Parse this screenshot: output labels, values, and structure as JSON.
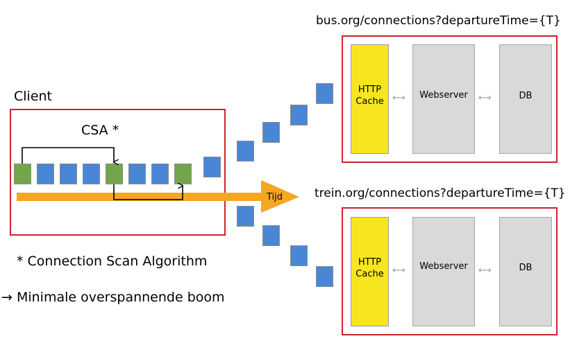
{
  "client": {
    "title": "Client",
    "algorithm_label": "CSA *"
  },
  "footnotes": {
    "csa": "* Connection Scan Algorithm",
    "tree": "→ Minimale overspannende boom"
  },
  "timeline": {
    "label": "Tijd"
  },
  "servers": [
    {
      "url": "bus.org/connections?departureTime={T}",
      "cache_line1": "HTTP",
      "cache_line2": "Cache",
      "webserver": "Webserver",
      "db": "DB",
      "arrow_glyph": "⟷"
    },
    {
      "url": "trein.org/connections?departureTime={T}",
      "cache_line1": "HTTP",
      "cache_line2": "Cache",
      "webserver": "Webserver",
      "db": "DB",
      "arrow_glyph": "⟷"
    }
  ],
  "client_blocks": [
    "green",
    "blue",
    "blue",
    "blue",
    "green",
    "blue",
    "blue",
    "green"
  ],
  "colors": {
    "box_border": "#d0202e",
    "block_blue": "#4a86d6",
    "block_green": "#73a64a",
    "time_arrow": "#f5a623",
    "cache": "#f7e51f",
    "server": "#d9d9d9"
  }
}
